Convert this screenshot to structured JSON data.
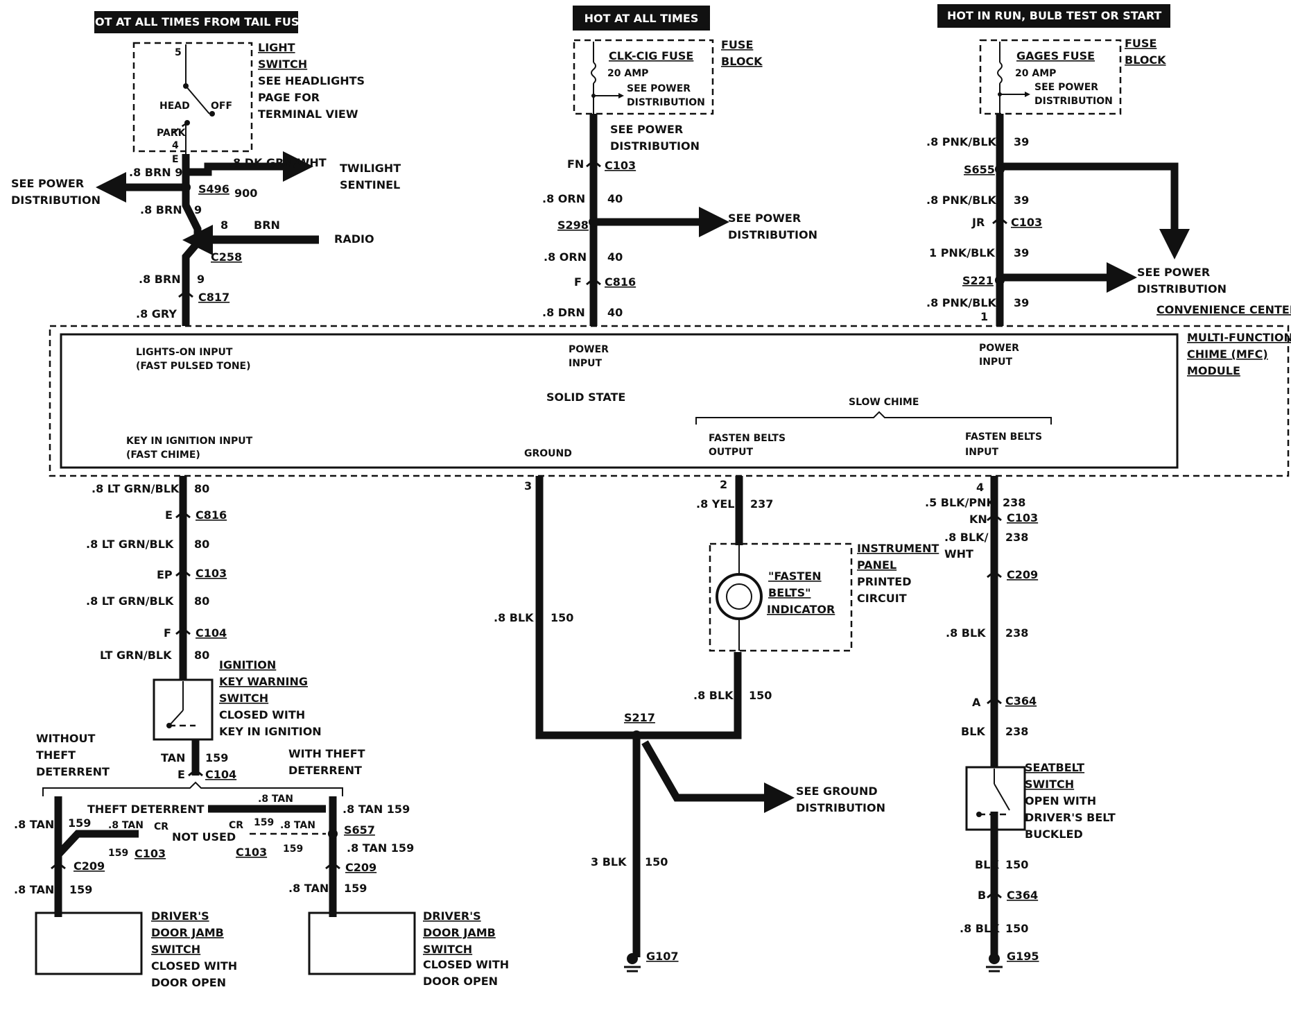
{
  "headers": {
    "tail": "HOT AT ALL TIMES FROM TAIL FUSE",
    "all_times": "HOT AT ALL TIMES",
    "run": "HOT IN RUN,  BULB TEST OR START"
  },
  "light_switch": {
    "name_1": "LIGHT",
    "name_2": "SWITCH",
    "note_1": "SEE HEADLIGHTS",
    "note_2": "PAGE FOR",
    "note_3": "TERMINAL VIEW",
    "pos_head": "HEAD",
    "pos_off": "OFF",
    "pos_park": "PARK",
    "pin_top": "5",
    "pin_bottom": "4",
    "pin_e": "E"
  },
  "tail_circuit": {
    "see_power_1": "SEE POWER",
    "see_power_2": "DISTRIBUTION",
    "brn_9_a": ".8 BRN  9",
    "s496": "S496",
    "twilight_wire": ".8 DK GRN/WHT",
    "num_900": "900",
    "twilight_1": "TWILIGHT",
    "twilight_2": "SENTINEL",
    "brn_b": ".8 BRN",
    "num_9_b": "9",
    "pin_8": "8",
    "brn_c": "BRN",
    "radio": "RADIO",
    "c258": "C258",
    "brn_d": ".8  BRN",
    "num_9_d": "9",
    "c817": "C817",
    "gry": ".8  GRY"
  },
  "clk_fuse": {
    "name": "CLK-CIG FUSE",
    "amp": "20 AMP",
    "see_1": "SEE POWER",
    "see_2": "DISTRIBUTION",
    "block_1": "FUSE",
    "block_2": "BLOCK",
    "see_power_1": "SEE POWER",
    "see_power_2": "DISTRIBUTION",
    "fn": "FN",
    "c103": "C103",
    "orn_1": ".8  ORN",
    "n40_1": "40",
    "s298": "S298",
    "dist_1": "SEE POWER",
    "dist_2": "DISTRIBUTION",
    "orn_2": ".8 ORN",
    "n40_2": "40",
    "f": "F",
    "c816": "C816",
    "orn_3": ".8  DRN",
    "n40_3": "40"
  },
  "gages_fuse": {
    "name": "GAGES FUSE",
    "amp": "20 AMP",
    "see_1": "SEE POWER",
    "see_2": "DISTRIBUTION",
    "block_1": "FUSE",
    "block_2": "BLOCK",
    "w1": ".8 PNK/BLK",
    "n1": "39",
    "s655": "S655",
    "w2": ".8 PNK/BLK",
    "n2": "39",
    "jr": "JR",
    "c103": "C103",
    "w3": "1 PNK/BLK",
    "n3": "39",
    "dist_1": "SEE POWER",
    "dist_2": "DISTRIBUTION",
    "s221": "S221",
    "w4": ".8 PNK/BLK",
    "n4": "39",
    "pin_1": "1",
    "conv": "CONVENIENCE CENTER"
  },
  "module": {
    "name_1": "MULTI-FUNCTION",
    "name_2": "CHIME (MFC)",
    "name_3": "MODULE",
    "lights_on_1": "LIGHTS-ON INPUT",
    "lights_on_2": "(FAST PULSED TONE)",
    "power_1_a": "POWER",
    "power_1_b": "INPUT",
    "power_2_a": "POWER",
    "power_2_b": "INPUT",
    "solid": "SOLID STATE",
    "slow": "SLOW CHIME",
    "key_1": "KEY  IN  IGNITION  INPUT",
    "key_2": "(FAST CHIME)",
    "ground": "GROUND",
    "fb_out_1": "FASTEN BELTS",
    "fb_out_2": "OUTPUT",
    "fb_in_1": "FASTEN BELTS",
    "fb_in_2": "INPUT",
    "pin_3": "3",
    "pin_2": "2",
    "pin_4": "4"
  },
  "key_circuit": {
    "w1": ".8 LT GRN/BLK",
    "n1": "80",
    "e": "E",
    "c816": "C816",
    "w2": ".8  LT  GRN/BLK",
    "n2": "80",
    "ep": "EP",
    "c103": "C103",
    "w3": ".8  LT  GRN/BLK",
    "n3": "80",
    "f": "F",
    "c104": "C104",
    "w4": "LT GRN/BLK",
    "n4": "80",
    "sw_1": "IGNITION",
    "sw_2": "KEY WARNING",
    "sw_3": "SWITCH",
    "sw_4": "CLOSED WITH",
    "sw_5": "KEY IN IGNITION",
    "tan": "TAN",
    "n159": "159",
    "e2": "E",
    "c104_b": "C104"
  },
  "door": {
    "without_1": "WITHOUT",
    "without_2": "THEFT",
    "without_3": "DETERRENT",
    "with_1": "WITH THEFT",
    "with_2": "DETERRENT",
    "theft": "THEFT DETERRENT",
    "tan_top": ".8 TAN",
    "l_tan": ".8 TAN",
    "l_159": "159",
    "l_tan_b": ".8 TAN",
    "cr_l": "CR",
    "l_159_b": "159",
    "c103_l": "C103",
    "not_used": "NOT USED",
    "cr_r": "CR",
    "r_159": "159",
    "r_tan": ".8 TAN",
    "c103_r": "C103",
    "r_159_b": "159",
    "r_tan_159": ".8 TAN 159",
    "s657": "S657",
    "r_tan_159_b": ".8 TAN 159",
    "c209_l": "C209",
    "c209_r": "C209",
    "l_tan_c": ".8 TAN",
    "l_159_c": "159",
    "r_tan_c": ".8 TAN",
    "r_159_c": "159",
    "sw_1": "DRIVER'S",
    "sw_2": "DOOR JAMB",
    "sw_3": "SWITCH",
    "sw_4": "CLOSED WITH",
    "sw_5": "DOOR OPEN"
  },
  "ground_circuit": {
    "w1": ".8 BLK",
    "n1": "150",
    "s217": "S217",
    "see_1": "SEE GROUND",
    "see_2": "DISTRIBUTION",
    "w2": "3 BLK",
    "n2": "150",
    "g107": "G107"
  },
  "belts_out": {
    "w1": ".8 YEL",
    "n1": "237",
    "ip_1": "INSTRUMENT",
    "ip_2": "PANEL",
    "ip_3": "PRINTED",
    "ip_4": "CIRCUIT",
    "ind_1": "\"FASTEN",
    "ind_2": "BELTS\"",
    "ind_3": "INDICATOR",
    "w2": ".8 BLK",
    "n2": "150"
  },
  "belts_in": {
    "w1": ".5 BLK/PNK",
    "n1": "238",
    "kn": "KN",
    "c103": "C103",
    "w2a": ".8  BLK/",
    "w2b": "WHT",
    "n2": "238",
    "c209": "C209",
    "w3": ".8 BLK",
    "n3": "238",
    "a": "A",
    "c364": "C364",
    "w4": "BLK",
    "n4": "238",
    "sw_1": "SEATBELT",
    "sw_2": "SWITCH",
    "sw_3": "OPEN WITH",
    "sw_4": "DRIVER'S BELT",
    "sw_5": "BUCKLED",
    "w5": "BLK",
    "n5": "150",
    "b": "B",
    "c364_b": "C364",
    "w6": ".8 BLK",
    "n6": "150",
    "g195": "G195"
  }
}
